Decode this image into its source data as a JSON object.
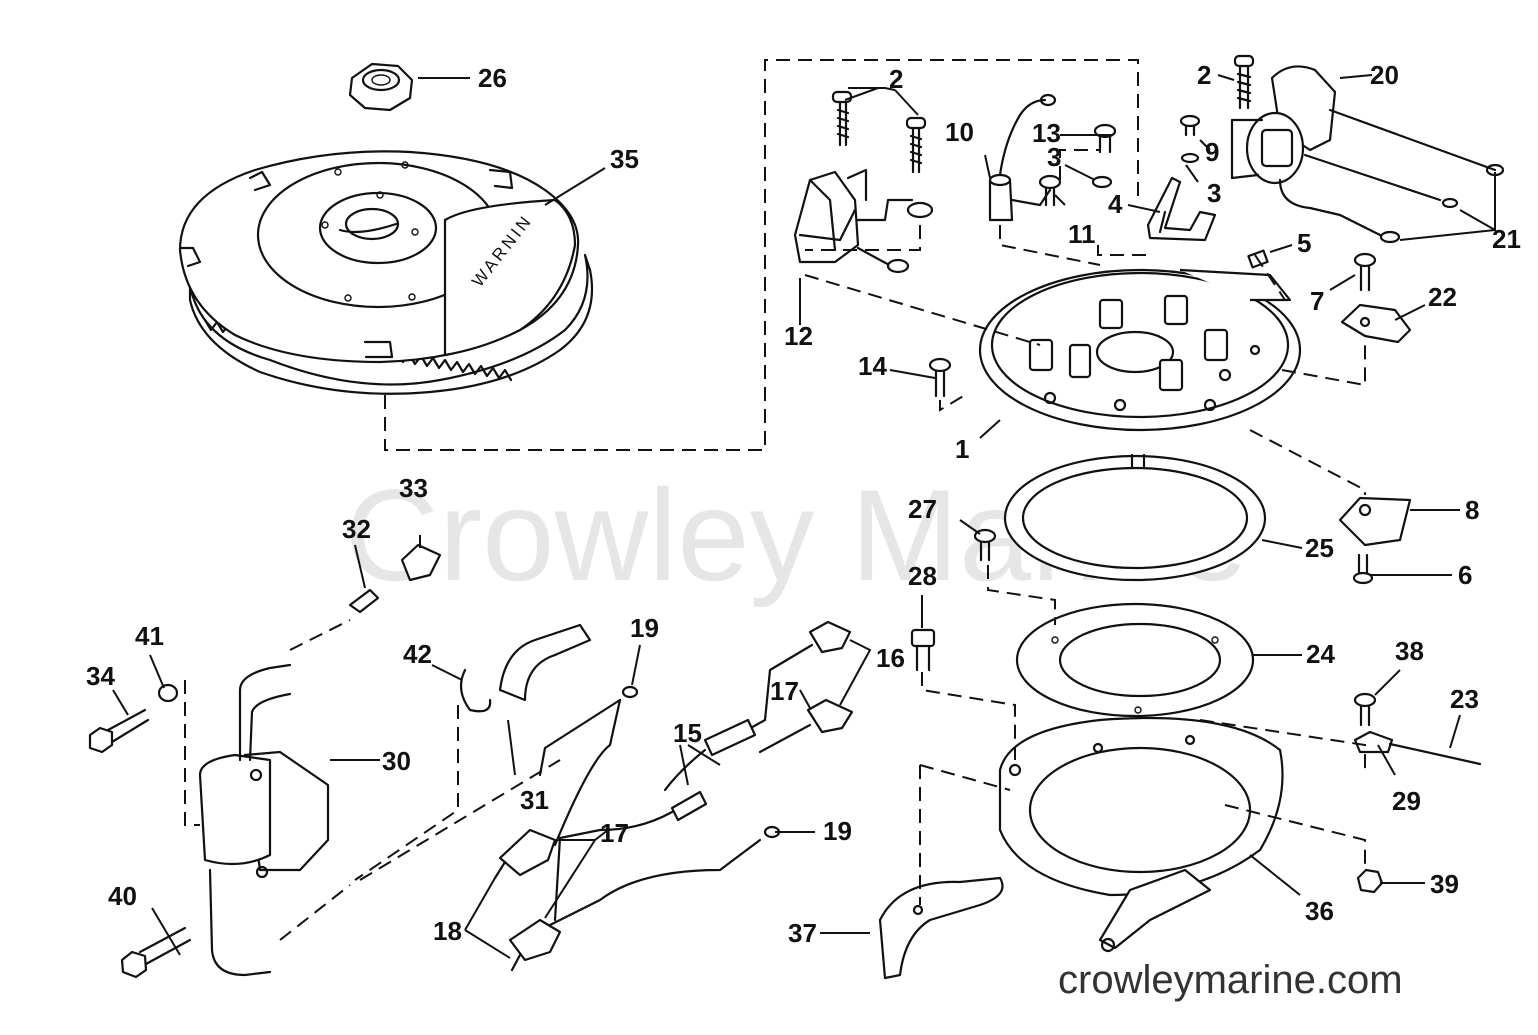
{
  "watermark": "Crowley Marine",
  "site_url": "crowleymarine.com",
  "flywheel_text": "WARNIN",
  "callouts": [
    {
      "id": "c26",
      "label": "26"
    },
    {
      "id": "c35",
      "label": "35"
    },
    {
      "id": "c2a",
      "label": "2"
    },
    {
      "id": "c10",
      "label": "10"
    },
    {
      "id": "c13",
      "label": "13"
    },
    {
      "id": "c3a",
      "label": "3"
    },
    {
      "id": "c11",
      "label": "11"
    },
    {
      "id": "c4",
      "label": "4"
    },
    {
      "id": "c12",
      "label": "12"
    },
    {
      "id": "c2b",
      "label": "2"
    },
    {
      "id": "c20",
      "label": "20"
    },
    {
      "id": "c9",
      "label": "9"
    },
    {
      "id": "c3b",
      "label": "3"
    },
    {
      "id": "c21",
      "label": "21"
    },
    {
      "id": "c5",
      "label": "5"
    },
    {
      "id": "c7",
      "label": "7"
    },
    {
      "id": "c22",
      "label": "22"
    },
    {
      "id": "c14",
      "label": "14"
    },
    {
      "id": "c1",
      "label": "1"
    },
    {
      "id": "c33",
      "label": "33"
    },
    {
      "id": "c32",
      "label": "32"
    },
    {
      "id": "c27",
      "label": "27"
    },
    {
      "id": "c8",
      "label": "8"
    },
    {
      "id": "c25",
      "label": "25"
    },
    {
      "id": "c6",
      "label": "6"
    },
    {
      "id": "c28",
      "label": "28"
    },
    {
      "id": "c19a",
      "label": "19"
    },
    {
      "id": "c41",
      "label": "41"
    },
    {
      "id": "c42",
      "label": "42"
    },
    {
      "id": "c16",
      "label": "16"
    },
    {
      "id": "c24",
      "label": "24"
    },
    {
      "id": "c34",
      "label": "34"
    },
    {
      "id": "c38",
      "label": "38"
    },
    {
      "id": "c23",
      "label": "23"
    },
    {
      "id": "c17a",
      "label": "17"
    },
    {
      "id": "c15",
      "label": "15"
    },
    {
      "id": "c30",
      "label": "30"
    },
    {
      "id": "c31",
      "label": "31"
    },
    {
      "id": "c29",
      "label": "29"
    },
    {
      "id": "c17b",
      "label": "17"
    },
    {
      "id": "c19b",
      "label": "19"
    },
    {
      "id": "c40",
      "label": "40"
    },
    {
      "id": "c39",
      "label": "39"
    },
    {
      "id": "c36",
      "label": "36"
    },
    {
      "id": "c18",
      "label": "18"
    },
    {
      "id": "c37",
      "label": "37"
    }
  ]
}
